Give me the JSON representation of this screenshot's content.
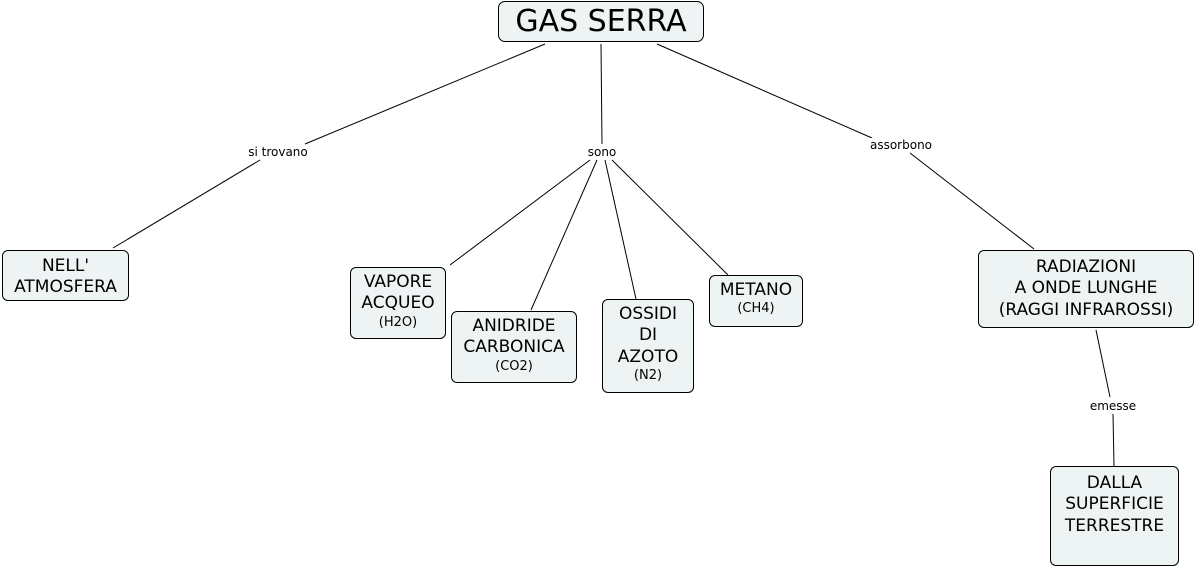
{
  "root": {
    "title": "GAS SERRA"
  },
  "nodes": {
    "atmosfera": {
      "title": "NELL'\nATMOSFERA"
    },
    "vapore": {
      "title": "VAPORE\nACQUEO",
      "formula": "(H2O)"
    },
    "anidride": {
      "title": "ANIDRIDE\nCARBONICA",
      "formula": "(CO2)"
    },
    "ossidi": {
      "title": "OSSIDI\nDI\nAZOTO",
      "formula": "(N2)"
    },
    "metano": {
      "title": "METANO",
      "formula": "(CH4)"
    },
    "radiazioni": {
      "title": "RADIAZIONI\nA ONDE LUNGHE\n(RAGGI INFRAROSSI)"
    },
    "superficie": {
      "title": "DALLA\nSUPERFICIE\nTERRESTRE"
    }
  },
  "links": {
    "si_trovano": "si trovano",
    "sono": "sono",
    "assorbono": "assorbono",
    "emesse": "emesse"
  },
  "colors": {
    "node_fill": "#eef3f4",
    "line": "#000000"
  }
}
